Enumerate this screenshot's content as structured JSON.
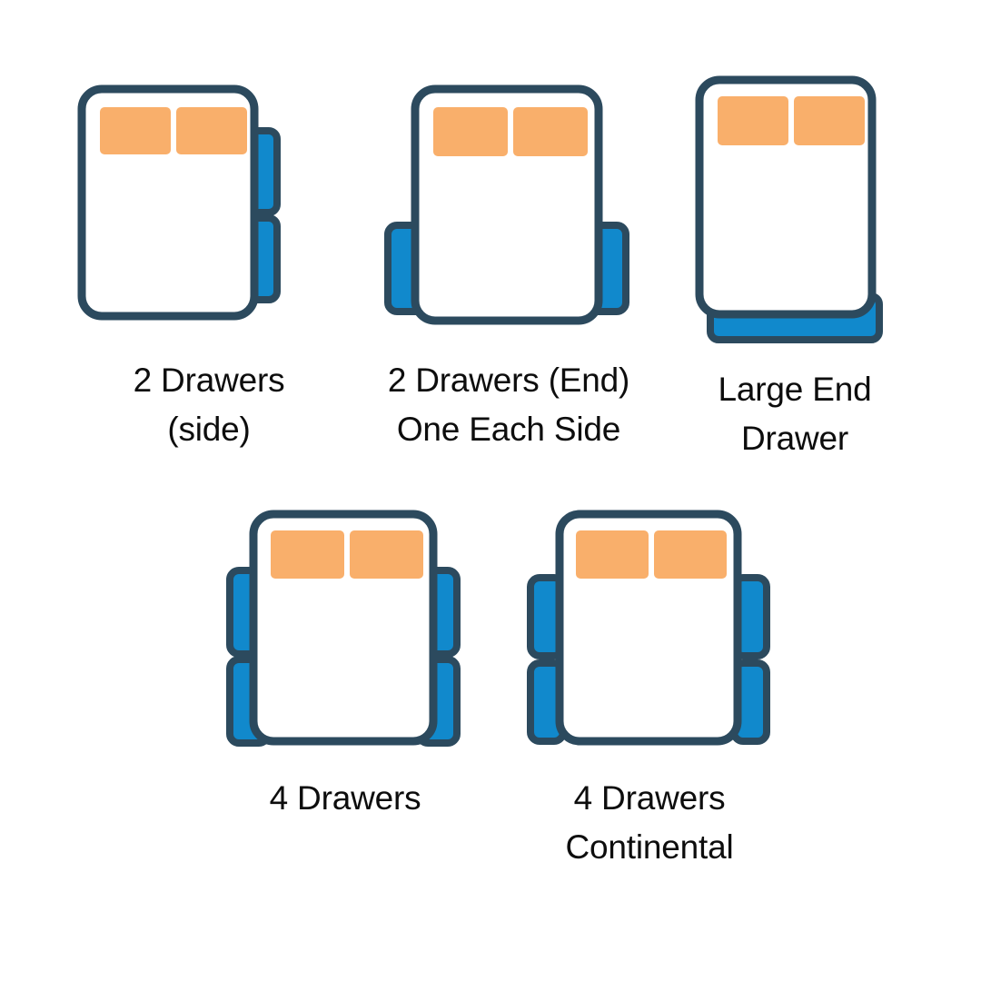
{
  "page": {
    "background_color": "#ffffff",
    "title_text": ""
  },
  "palette": {
    "outline": "#2C4A5E",
    "drawer_fill": "#1189CC",
    "pillow_fill": "#F9AF6B",
    "mattress_fill": "#ffffff",
    "caption_color": "#0d0d0d"
  },
  "diagram": {
    "type": "bed-drawer-configuration-chart",
    "rows": [
      {
        "items": [
          0,
          1,
          2
        ]
      },
      {
        "items": [
          3,
          4
        ]
      }
    ]
  },
  "beds": [
    {
      "id": "two-drawers-side",
      "caption": "2 Drawers\n(side)",
      "drawer_count": 2,
      "drawer_placement": "right-side-stacked",
      "pillows": 2
    },
    {
      "id": "two-drawers-end-one-each-side",
      "caption": "2 Drawers (End)\nOne Each Side",
      "drawer_count": 2,
      "drawer_placement": "one-each-side-at-foot",
      "pillows": 2
    },
    {
      "id": "large-end-drawer",
      "caption": "Large End\nDrawer",
      "drawer_count": 1,
      "drawer_placement": "full-width-foot",
      "pillows": 2
    },
    {
      "id": "four-drawers",
      "caption": "4 Drawers",
      "drawer_count": 4,
      "drawer_placement": "two-each-side",
      "pillows": 2
    },
    {
      "id": "four-drawers-continental",
      "caption": "4 Drawers\nContinental",
      "drawer_count": 4,
      "drawer_placement": "two-each-side-narrow-external",
      "pillows": 2
    }
  ]
}
